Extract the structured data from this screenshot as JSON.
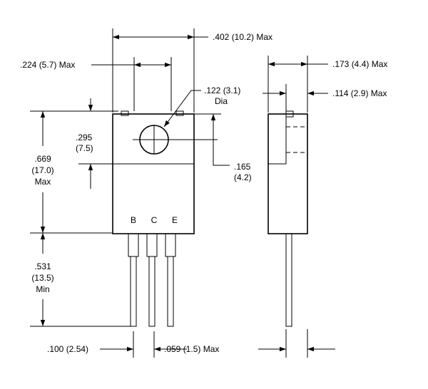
{
  "dimensions": {
    "body_width": ".402 (10.2) Max",
    "tab_spacing": ".224 (5.7) Max",
    "hole_dia": ".122 (3.1)",
    "hole_dia_suffix": "Dia",
    "tab_height_in": ".295",
    "tab_height_mm": "(7.5)",
    "body_height_in": ".669",
    "body_height_mm": "(17.0)",
    "body_height_note": "Max",
    "hole_offset_in": ".165",
    "hole_offset_mm": "(4.2)",
    "lead_length_in": ".531",
    "lead_length_mm": "(13.5)",
    "lead_length_note": "Min",
    "lead_pitch": ".100 (2.54)",
    "lead_thickness": ".059 (1.5) Max",
    "side_thickness": ".173 (4.4) Max",
    "side_tab_thickness": ".114 (2.9) Max"
  },
  "pins": {
    "base": "B",
    "collector": "C",
    "emitter": "E"
  }
}
